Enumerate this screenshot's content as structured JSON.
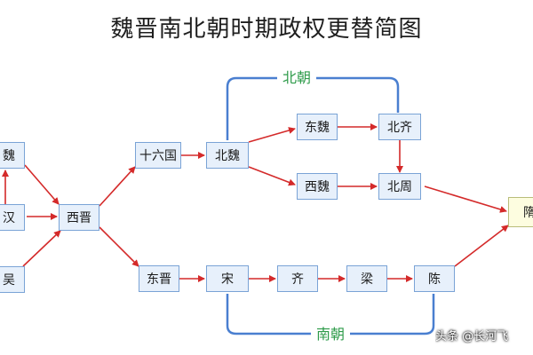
{
  "title": "魏晋南北朝时期政权更替简图",
  "groups": {
    "north": "北朝",
    "south": "南朝"
  },
  "nodes": {
    "wei": "魏",
    "shuhan": "汉",
    "wu": "吴",
    "xijin": "西晋",
    "shiliuguo": "十六国",
    "beiwei": "北魏",
    "dongwei": "东魏",
    "xiwei": "西魏",
    "beiqi": "北齐",
    "beizhou": "北周",
    "dongjin": "东晋",
    "song": "宋",
    "qi": "齐",
    "liang": "梁",
    "chen": "陈",
    "sui": "隋"
  },
  "watermark": "头条 @长河飞",
  "colors": {
    "arrow": "#d42a2a",
    "bracket": "#4a7fd0",
    "group_label": "#2e9b4a",
    "node_fill": "#e7f0fb",
    "node_border": "#7aa3d6",
    "sui_fill": "#fdfde0"
  }
}
